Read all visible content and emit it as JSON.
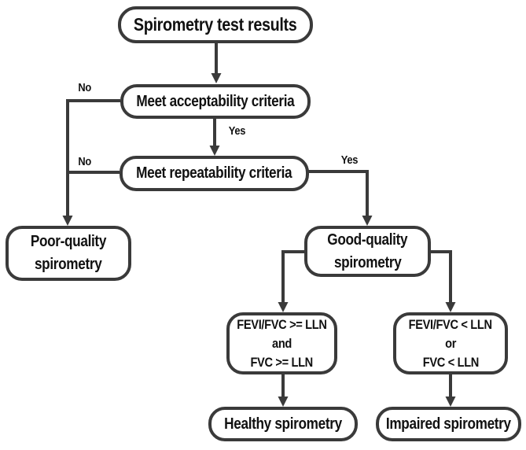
{
  "diagram": {
    "colors": {
      "border": "#3a3a3a",
      "text": "#111111",
      "background": "#ffffff"
    },
    "nodes": {
      "start": {
        "lines": [
          "Spirometry test results"
        ]
      },
      "acceptability": {
        "lines": [
          "Meet acceptability criteria"
        ]
      },
      "repeatability": {
        "lines": [
          "Meet repeatability criteria"
        ]
      },
      "poor_quality": {
        "lines": [
          "Poor-quality",
          "spirometry"
        ]
      },
      "good_quality": {
        "lines": [
          "Good-quality",
          "spirometry"
        ]
      },
      "normal_criteria": {
        "lines": [
          "FEVI/FVC >= LLN",
          "and",
          "FVC >= LLN"
        ]
      },
      "abnormal_criteria": {
        "lines": [
          "FEVI/FVC < LLN",
          "or",
          "FVC < LLN"
        ]
      },
      "healthy": {
        "lines": [
          "Healthy spirometry"
        ]
      },
      "impaired": {
        "lines": [
          "Impaired spirometry"
        ]
      }
    },
    "edge_labels": {
      "acceptability_no": "No",
      "acceptability_yes": "Yes",
      "repeatability_no": "No",
      "repeatability_yes": "Yes"
    }
  }
}
